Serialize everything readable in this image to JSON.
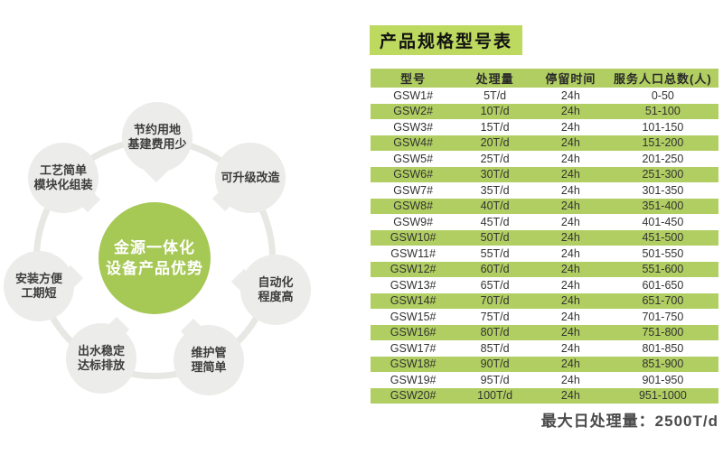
{
  "diagram": {
    "center": {
      "line1": "金源一体化",
      "line2": "设备产品优势"
    },
    "petals": [
      {
        "line1": "节约用地",
        "line2": "基建费用少"
      },
      {
        "line1": "可升级改造",
        "line2": ""
      },
      {
        "line1": "自动化",
        "line2": "程度高"
      },
      {
        "line1": "维护管",
        "line2": "理简单"
      },
      {
        "line1": "出水稳定",
        "line2": "达标排放"
      },
      {
        "line1": "安装方便",
        "line2": "工期短"
      },
      {
        "line1": "工艺简单",
        "line2": "模块化组装"
      }
    ],
    "colors": {
      "center_bg": "#a6c854",
      "center_text": "#ffffff",
      "petal_bg": "#ececea",
      "petal_text": "#3d3d3d",
      "ring": "#e7e7e4"
    }
  },
  "table": {
    "title": "产品规格型号表",
    "headers": [
      "型号",
      "处理量",
      "停留时间",
      "服务人口总数(人)"
    ],
    "rows": [
      [
        "GSW1#",
        "5T/d",
        "24h",
        "0-50"
      ],
      [
        "GSW2#",
        "10T/d",
        "24h",
        "51-100"
      ],
      [
        "GSW3#",
        "15T/d",
        "24h",
        "101-150"
      ],
      [
        "GSW4#",
        "20T/d",
        "24h",
        "151-200"
      ],
      [
        "GSW5#",
        "25T/d",
        "24h",
        "201-250"
      ],
      [
        "GSW6#",
        "30T/d",
        "24h",
        "251-300"
      ],
      [
        "GSW7#",
        "35T/d",
        "24h",
        "301-350"
      ],
      [
        "GSW8#",
        "40T/d",
        "24h",
        "351-400"
      ],
      [
        "GSW9#",
        "45T/d",
        "24h",
        "401-450"
      ],
      [
        "GSW10#",
        "50T/d",
        "24h",
        "451-500"
      ],
      [
        "GSW11#",
        "55T/d",
        "24h",
        "501-550"
      ],
      [
        "GSW12#",
        "60T/d",
        "24h",
        "551-600"
      ],
      [
        "GSW13#",
        "65T/d",
        "24h",
        "601-650"
      ],
      [
        "GSW14#",
        "70T/d",
        "24h",
        "651-700"
      ],
      [
        "GSW15#",
        "75T/d",
        "24h",
        "701-750"
      ],
      [
        "GSW16#",
        "80T/d",
        "24h",
        "751-800"
      ],
      [
        "GSW17#",
        "85T/d",
        "24h",
        "801-850"
      ],
      [
        "GSW18#",
        "90T/d",
        "24h",
        "851-900"
      ],
      [
        "GSW19#",
        "95T/d",
        "24h",
        "901-950"
      ],
      [
        "GSW20#",
        "100T/d",
        "24h",
        "951-1000"
      ]
    ],
    "footer": "最大日处理量：2500T/d",
    "colors": {
      "title_bg": "#bdd95f",
      "header_bg": "#b1ce62",
      "stripe_bg": "#b1ce62",
      "text": "#333333"
    }
  }
}
